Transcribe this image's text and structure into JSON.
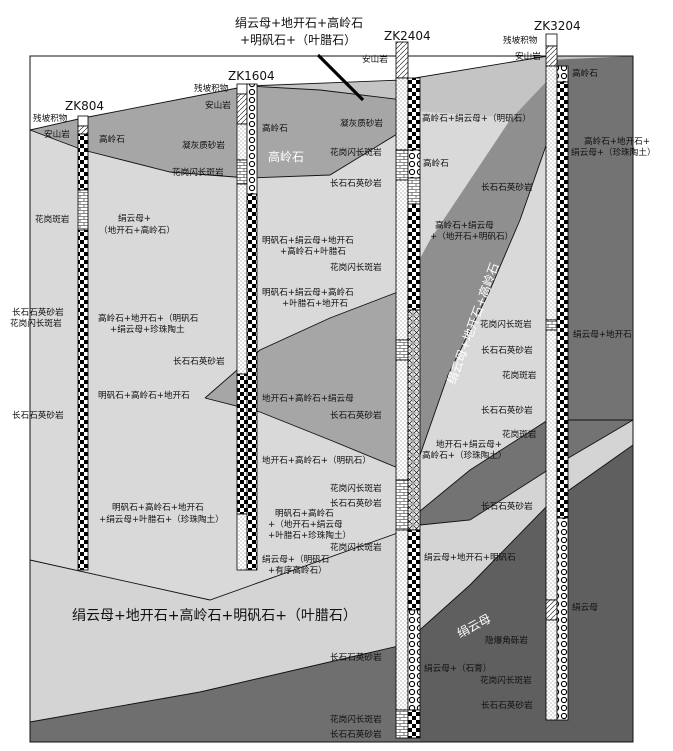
{
  "boreholes": [
    {
      "id": "ZK804",
      "label": "ZK804"
    },
    {
      "id": "ZK1604",
      "label": "ZK1604"
    },
    {
      "id": "ZK2404",
      "label": "ZK2404"
    },
    {
      "id": "ZK3204",
      "label": "ZK3204"
    }
  ],
  "callout": {
    "line1": "绢云母+地开石+高岭石",
    "line2": "+明矾石+（叶腊石）"
  },
  "zone_labels": {
    "kaolinite": "高岭石",
    "diagonal": "绢云母+地开石+高岭石",
    "sericite": "绢云母",
    "bottom": "绢云母+地开石+高岭石+明矾石+（叶腊石）"
  },
  "labels": {
    "zk804_residual": "残坡积物",
    "zk804_andesite": "安山岩",
    "zk804_kaolinite": "高岭石",
    "zk804_granite_porphyry": "花岗斑岩",
    "zk804_min1a": "绢云母+",
    "zk804_min1b": "（地开石+高岭石）",
    "zk804_qz_ss": "长石石英砂岩",
    "zk804_granodiorite": "花岗闪长斑岩",
    "zk804_min2a": "高岭石+地开石+（明矾石",
    "zk804_min2b": "+绢云母+珍珠陶土",
    "zk804_qz_ss2": "长石石英砂岩",
    "zk1604_residual": "残坡积物",
    "zk1604_andesite": "安山岩",
    "zk1604_kaolinite": "高岭石",
    "zk1604_tuff": "凝灰质砂岩",
    "zk1604_granodiorite": "花岗闪长斑岩",
    "zk1604_min1a": "明矾石+绢云母+地开石",
    "zk1604_min1b": "+高岭石+叶腊石",
    "zk1604_min2a": "明矾石+绢云母+高岭石",
    "zk1604_min2b": "+叶腊石+地开石",
    "zk1604_qz_ss": "长石石英砂岩",
    "zk1604_wedge": "明矾石+高岭石+地开石",
    "zk1604_min3a": "明矾石+高岭石+地开石",
    "zk1604_min3b": "+绢云母+叶腊石+（珍珠陶土）",
    "zk2404_andesite": "安山岩",
    "zk2404_tuff": "凝灰质砂岩",
    "zk2404_granodiorite": "花岗闪长斑岩",
    "zk2404_qz_ss": "长石石英砂岩",
    "zk2404_kaolinite": "高岭石",
    "zk2404_min1": "高岭石+绢云母+（明矾石）",
    "zk2404_min2a": "高岭石+绢云母",
    "zk2404_min2b": "+（地开石+明矾石）",
    "zk2404_granodiorite2": "花岗闪长斑岩",
    "zk2404_min3": "地开石+高岭石+绢云母",
    "zk2404_qz_ss2": "长石石英砂岩",
    "zk2404_min4": "地开石+高岭石+（明矾石）",
    "zk2404_min5a": "明矾石+高岭石",
    "zk2404_min5b": "+（地开石+绢云母",
    "zk2404_min5c": "+叶腊石+珍珠陶土）",
    "zk2404_granodiorite3": "花岗闪长斑岩",
    "zk2404_qz_ss3": "长石石英砂岩",
    "zk2404_granodiorite4": "花岗闪长斑岩",
    "zk2404_min6a": "绢云母+（明矾石",
    "zk2404_min6b": "+有序高岭石）",
    "zk2404_min7": "绢云母+地开石+明矾石",
    "zk2404_qz_ss4": "长石石英砂岩",
    "zk2404_min8": "绢云母+（石膏）",
    "zk2404_granodiorite5": "花岗闪长斑岩",
    "zk2404_qz_ss5": "长石石英砂岩",
    "zk3204_residual": "残坡积物",
    "zk3204_andesite": "安山岩",
    "zk3204_kaolinite": "高岭石",
    "zk3204_min1a": "高岭石+地开石+",
    "zk3204_min1b": "绢云母+（珍珠陶土）",
    "zk3204_qz_ss": "长石石英砂岩",
    "zk3204_granodiorite": "花岗闪长斑岩",
    "zk3204_min2": "绢云母+地开石",
    "zk3204_qz_ss2": "长石石英砂岩",
    "zk3204_granite": "花岗斑岩",
    "zk3204_qz_ss3": "长石石英砂岩",
    "zk3204_granite2": "花岗斑岩",
    "zk3204_min3a": "地开石+绢云母+",
    "zk3204_min3b": "高岭石+（珍珠陶土）",
    "zk3204_qz_ss4": "长石石英砂岩",
    "zk3204_sericite": "绢云母",
    "zk3204_breccia": "隐爆角砾岩",
    "zk3204_granodiorite2": "花岗闪长斑岩",
    "zk3204_qz_ss5": "长石石英砂岩"
  },
  "colors": {
    "light": "#d9d9d9",
    "mid": "#a6a6a6",
    "dark": "#737373",
    "darker": "#5f5f5f",
    "top": "#c4c4c4"
  }
}
